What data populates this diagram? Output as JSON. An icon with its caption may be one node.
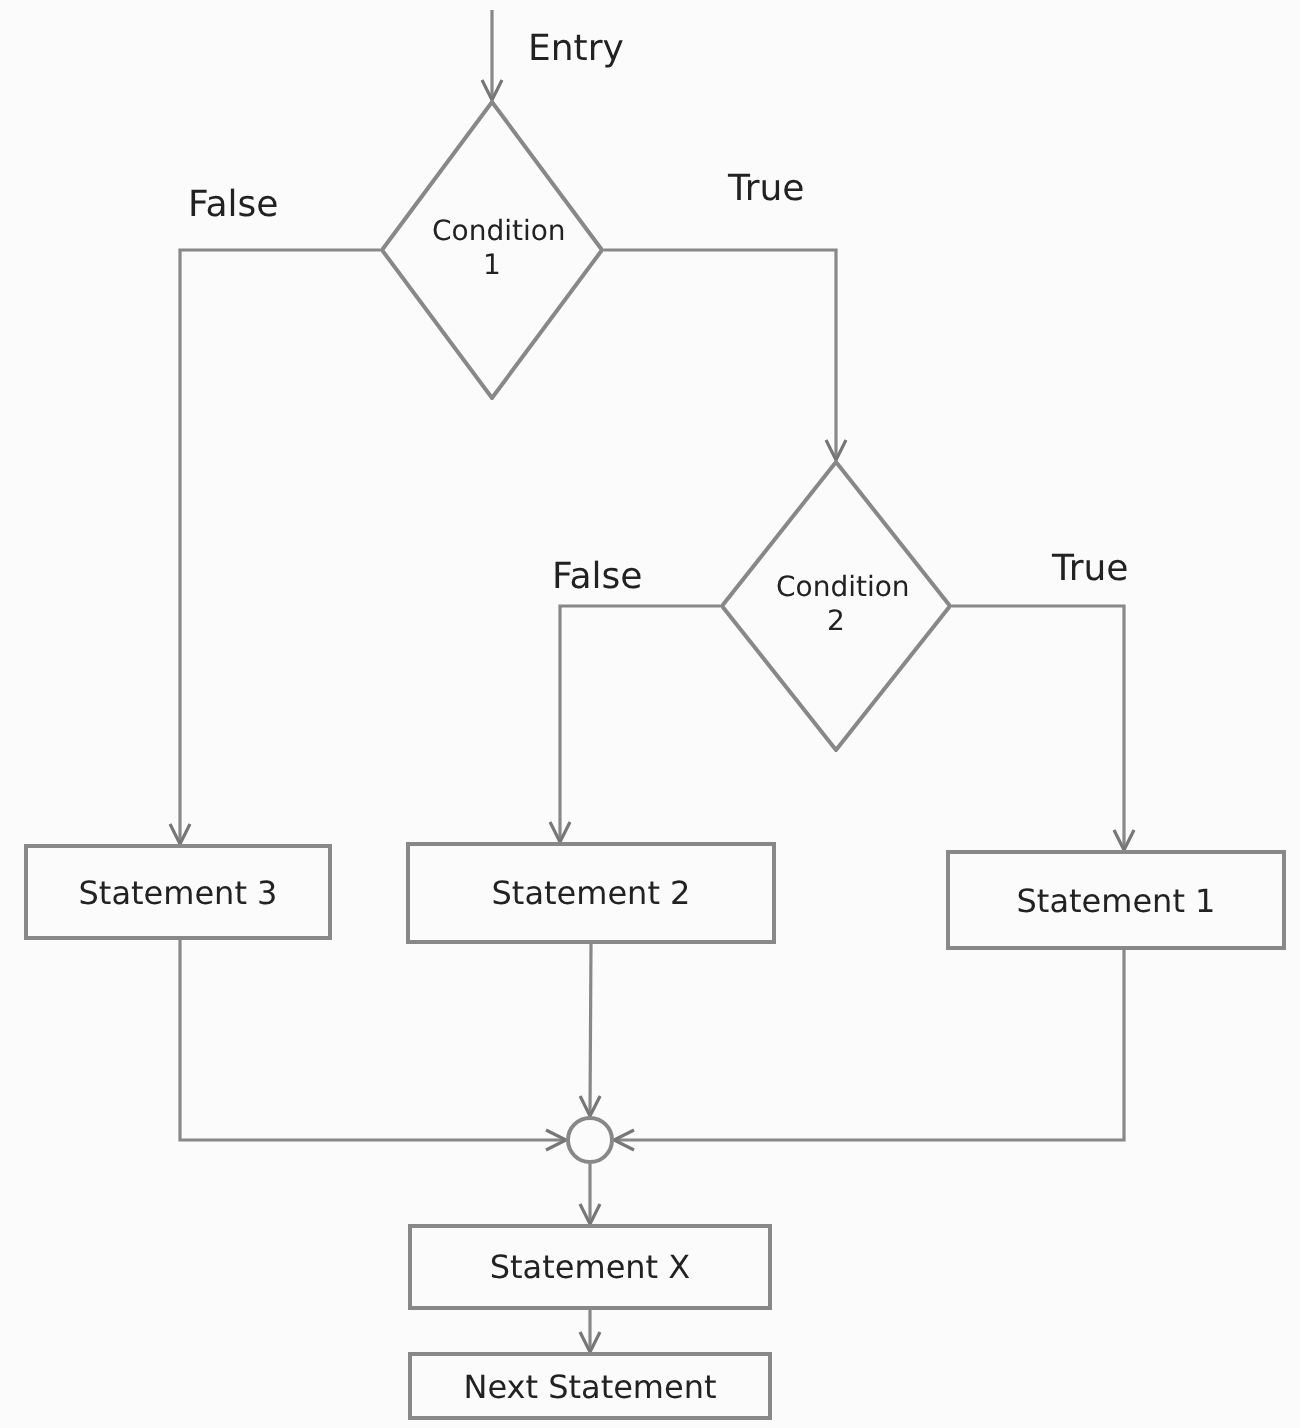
{
  "diagram": {
    "nodes": [
      {
        "text": [
          "Condition 1"
        ]
      },
      {
        "text": [
          "Condition 2"
        ]
      },
      {
        "text": [
          "Statement 3"
        ]
      },
      {
        "text": [
          "Statement 2"
        ]
      },
      {
        "text": [
          "Statement 1"
        ]
      },
      {
        "text": [],
        "shape": "circle"
      },
      {
        "text": [
          "Statement X"
        ]
      },
      {
        "text": [
          "Next Statement"
        ]
      }
    ],
    "edges": [
      {
        "from": null,
        "to": 0,
        "arrow": "to",
        "label": "Entry"
      },
      {
        "from": 0,
        "to": 2,
        "arrow": "to",
        "label": "False"
      },
      {
        "from": 0,
        "to": 1,
        "arrow": "to",
        "label": "True"
      },
      {
        "from": 1,
        "to": 3,
        "arrow": "to",
        "label": "False"
      },
      {
        "from": 1,
        "to": 4,
        "arrow": "to",
        "label": "True"
      },
      {
        "from": 2,
        "to": 5,
        "arrow": "to"
      },
      {
        "from": 3,
        "to": 5,
        "arrow": "to"
      },
      {
        "from": 4,
        "to": 5,
        "arrow": "to"
      },
      {
        "from": 5,
        "to": 6,
        "arrow": "to"
      },
      {
        "from": 6,
        "to": 7,
        "arrow": "to"
      }
    ]
  }
}
